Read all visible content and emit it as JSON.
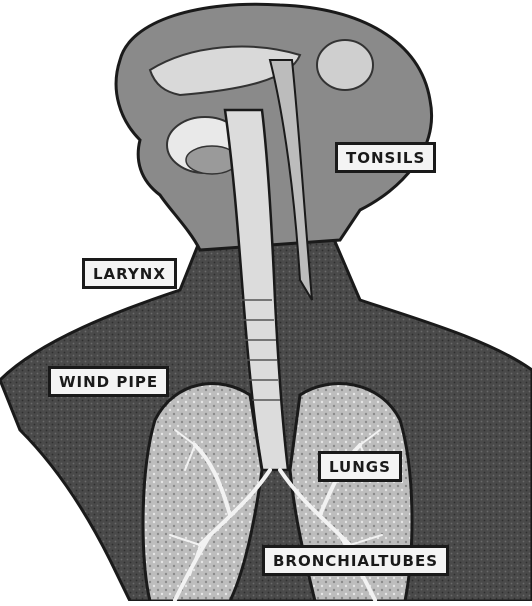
{
  "diagram": {
    "labels": {
      "tonsils": "TONSILS",
      "larynx": "LARYNX",
      "wind_pipe": "WIND PIPE",
      "lungs": "LUNGS",
      "bronchial_tubes": "BRONCHIALTUBES"
    },
    "colors": {
      "body_shading": "#4a4a4a",
      "body_outline": "#1a1a1a",
      "label_background": "#f4f4f4",
      "tissue_light": "#cfcfcf",
      "background": "#ffffff"
    }
  }
}
